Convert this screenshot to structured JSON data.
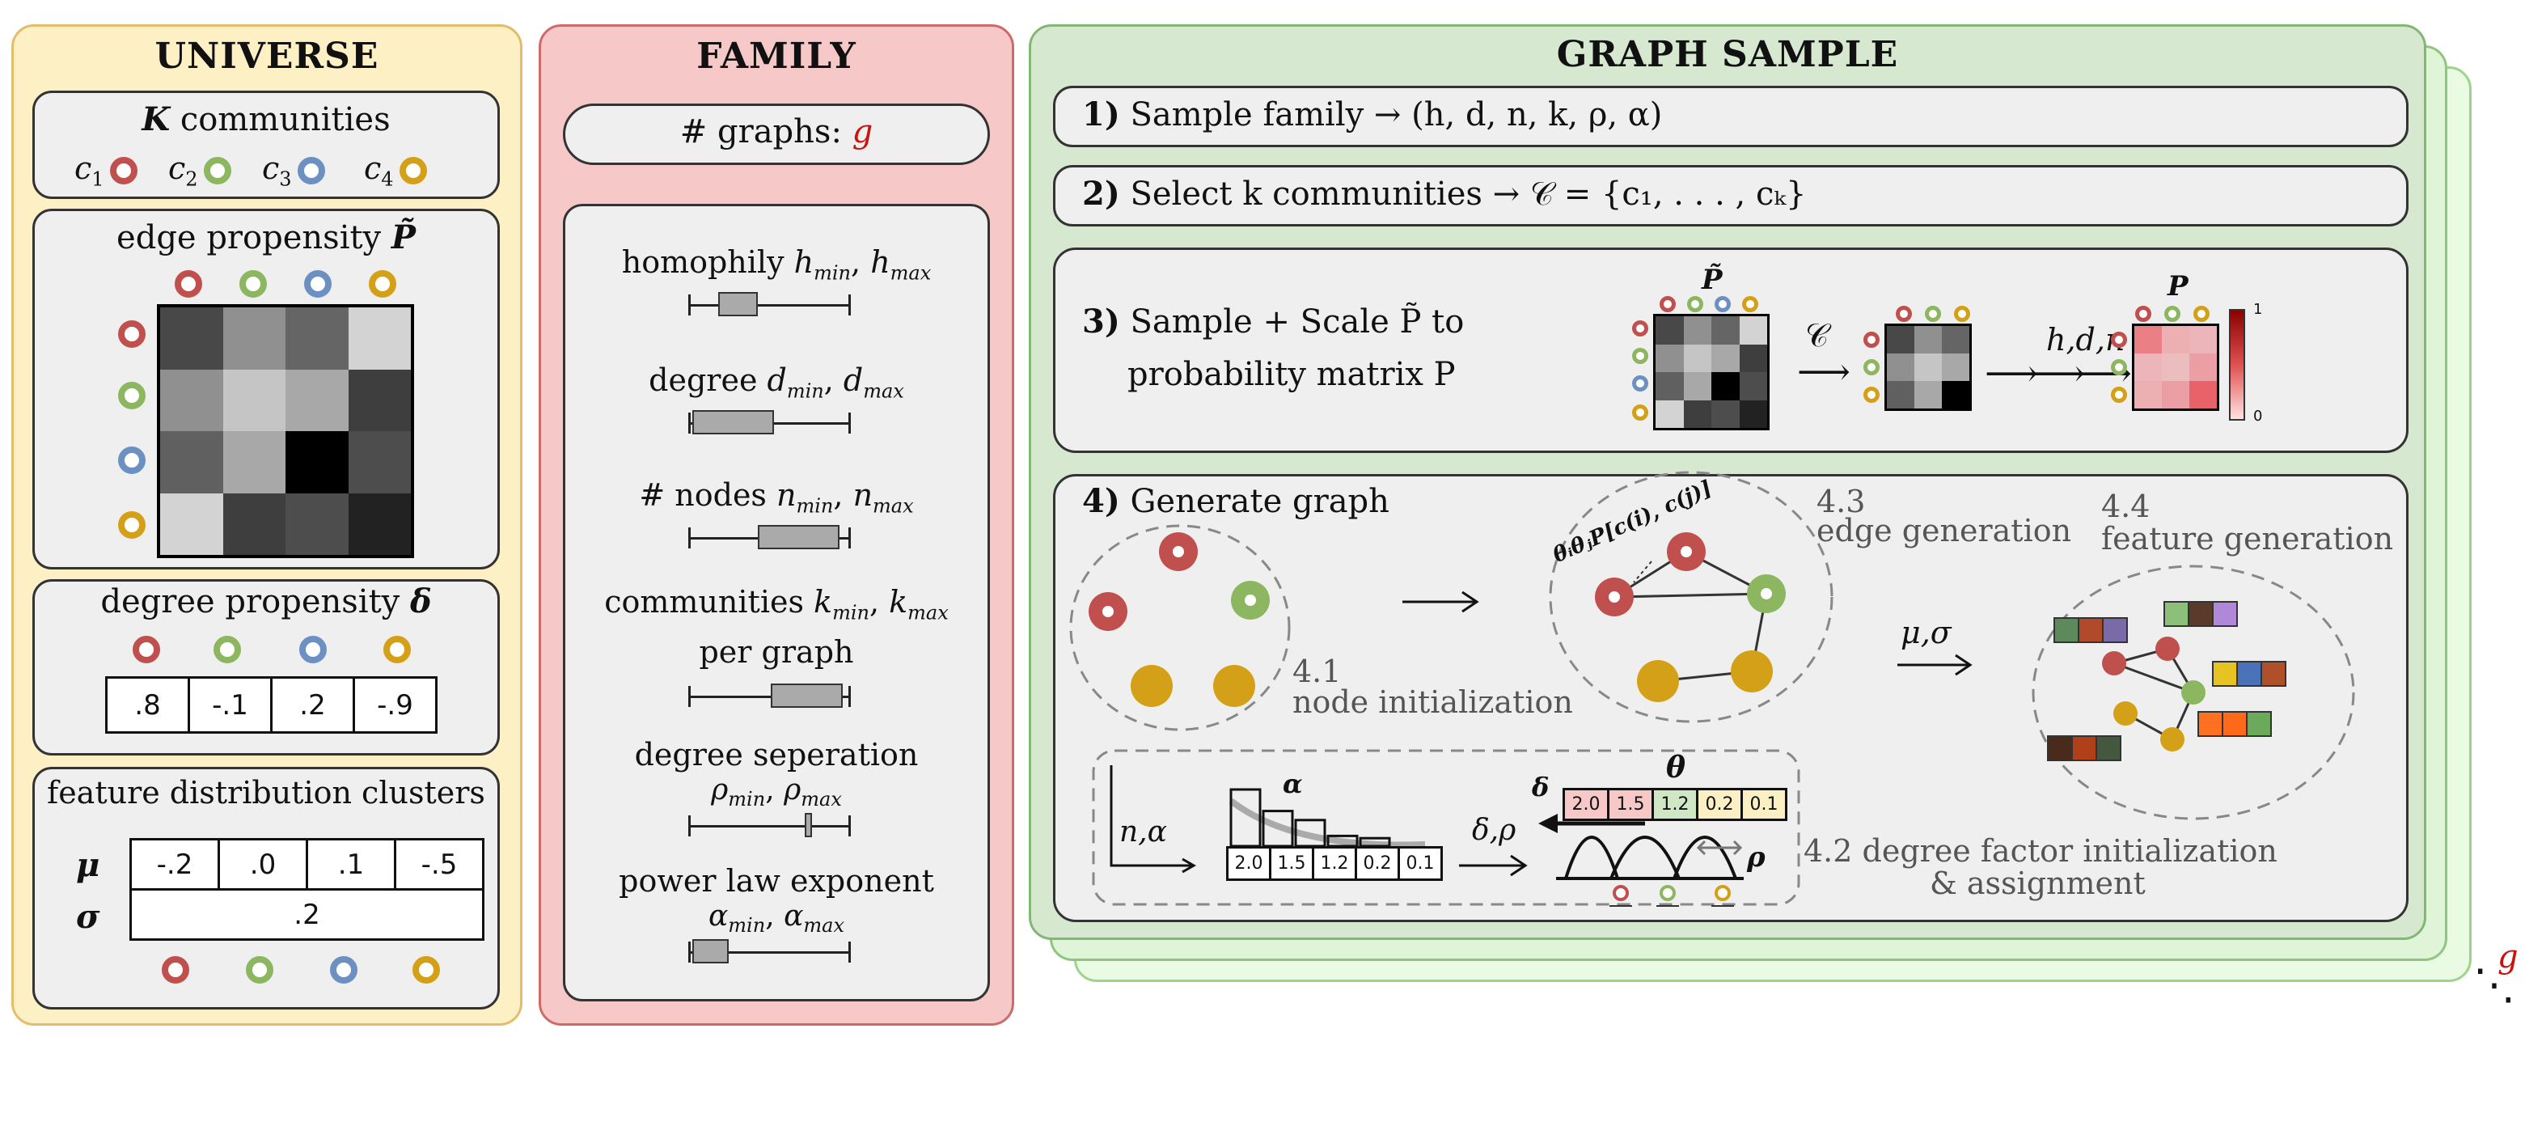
{
  "colors": {
    "universe_bg": "#fdf0c4",
    "universe_border": "#e2bd6b",
    "family_bg": "#f6c8c8",
    "family_border": "#cf6a6a",
    "sample_bg": "#d6e8d0",
    "sample_border": "#82b774",
    "c1": "#c0504d",
    "c2": "#8cb760",
    "c3": "#6d90c2",
    "c4": "#d4a017"
  },
  "universe": {
    "title": "UNIVERSE",
    "communities_title_sym": "K",
    "communities_title_text": " communities",
    "community_labels": [
      "c",
      "c",
      "c",
      "c"
    ],
    "community_subs": [
      "1",
      "2",
      "3",
      "4"
    ],
    "edge_title": "edge propensity ",
    "edge_sym": "P̃",
    "edge_matrix": [
      [
        0.3,
        0.6,
        0.42,
        0.88
      ],
      [
        0.6,
        0.82,
        0.7,
        0.26
      ],
      [
        0.4,
        0.7,
        0.0,
        0.32
      ],
      [
        0.88,
        0.26,
        0.32,
        0.14
      ]
    ],
    "degree_title": "degree propensity ",
    "degree_sym": "δ",
    "degree_values": [
      ".8",
      "-.1",
      ".2",
      "-.9"
    ],
    "feature_title": "feature distribution clusters",
    "mu_sym": "μ",
    "sigma_sym": "σ",
    "mu_values": [
      "-.2",
      ".0",
      ".1",
      "-.5"
    ],
    "sigma_value": ".2"
  },
  "family": {
    "title": "FAMILY",
    "graphs_text": "# graphs: ",
    "graphs_sym": "g",
    "params": [
      {
        "label": "homophily ",
        "sym": "h",
        "min_sub": "min",
        "max_sub": "max",
        "line2": ""
      },
      {
        "label": "degree ",
        "sym": "d",
        "min_sub": "min",
        "max_sub": "max",
        "line2": ""
      },
      {
        "label": "# nodes ",
        "sym": "n",
        "min_sub": "min",
        "max_sub": "max",
        "line2": ""
      },
      {
        "label": "communities ",
        "sym": "k",
        "min_sub": "min",
        "max_sub": "max",
        "line2": "per graph"
      },
      {
        "label": "degree seperation",
        "sym": "ρ",
        "min_sub": "min",
        "max_sub": "max",
        "line2": ""
      },
      {
        "label": "power law exponent",
        "sym": "α",
        "min_sub": "min",
        "max_sub": "max",
        "line2": ""
      }
    ],
    "ranges": [
      [
        0.18,
        0.43
      ],
      [
        0.02,
        0.53
      ],
      [
        0.43,
        0.94
      ],
      [
        0.51,
        0.96
      ],
      [
        0.72,
        0.77
      ],
      [
        0.02,
        0.25
      ]
    ]
  },
  "sample": {
    "title": "GRAPH SAMPLE",
    "step1_num": "1)",
    "step1_text": " Sample family  → (h, d, n, k, ρ, α)",
    "step2_num": "2)",
    "step2_text": " Select k communities → 𝒞 = {c₁, . . . , cₖ}",
    "step3_num": "3)",
    "step3_line1": " Sample + Scale P̃ to",
    "step3_line2": "probability matrix P",
    "step3_p_tilde": "P̃",
    "step3_c": "𝒞",
    "step3_hdn": "h,d,n",
    "step3_p": "P",
    "colorbar_max": "1",
    "colorbar_min": "0",
    "step4_num": "4)",
    "step4_text": " Generate graph",
    "sub41_num": "4.1",
    "sub41_text": "node initialization",
    "sub42_text": "4.2 degree factor initialization",
    "sub42_text2": "& assignment",
    "sub43_num": "4.3",
    "sub43_text": "edge generation",
    "sub44_num": "4.4",
    "sub44_text": "feature generation",
    "edge_formula": "θᵢθⱼP[c(i), c(j)]",
    "mu_sigma": "μ,σ",
    "n_alpha": "n,α",
    "alpha_sym": "α",
    "delta_rho": "δ,ρ",
    "delta_sym": "δ",
    "theta_sym": "θ",
    "rho_sym": "ρ",
    "alpha_values": [
      "2.0",
      "1.5",
      "1.2",
      "0.2",
      "0.1"
    ],
    "alpha_heights": [
      1.0,
      0.62,
      0.46,
      0.18,
      0.14
    ],
    "theta_values": [
      "2.0",
      "1.5",
      "1.2",
      "0.2",
      "0.1"
    ],
    "stack_label": "g",
    "stack_dots": "⋱"
  },
  "p_tilde_small": [
    [
      0.3,
      0.6,
      0.42,
      0.88
    ],
    [
      0.6,
      0.82,
      0.7,
      0.26
    ],
    [
      0.4,
      0.7,
      0.0,
      0.32
    ],
    [
      0.88,
      0.26,
      0.32,
      0.14
    ]
  ],
  "p_selected": [
    [
      0.3,
      0.6,
      0.42
    ],
    [
      0.6,
      0.82,
      0.7
    ],
    [
      0.4,
      0.7,
      0.0
    ]
  ],
  "p_final": [
    [
      0.55,
      0.25,
      0.2
    ],
    [
      0.2,
      0.15,
      0.35
    ],
    [
      0.25,
      0.35,
      0.75
    ]
  ]
}
